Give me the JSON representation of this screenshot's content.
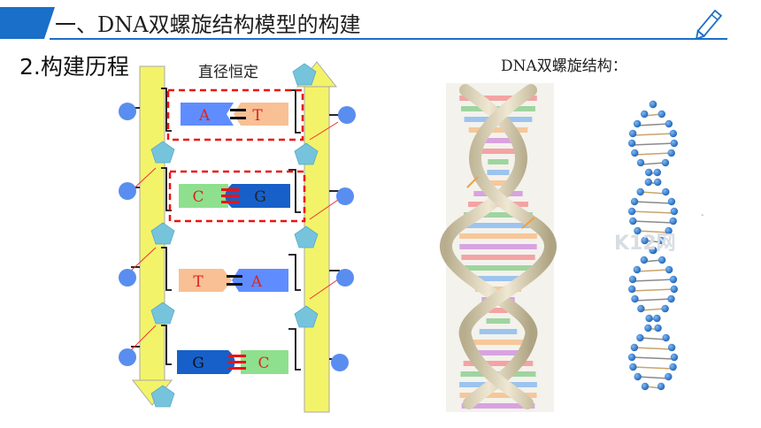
{
  "header": {
    "title": "一、DNA双螺旋结构模型的构建"
  },
  "section": {
    "title": "2.构建历程"
  },
  "diameter_label": "直径恒定",
  "right_title": "DNA双螺旋结构：",
  "watermark": "K12网",
  "pairs": [
    {
      "left": "A",
      "right": "T"
    },
    {
      "left": "C",
      "right": "G"
    },
    {
      "left": "T",
      "right": "A"
    },
    {
      "left": "G",
      "right": "C"
    }
  ],
  "colors": {
    "accent": "#1a6fc8",
    "backbone": "#f3f36a",
    "phosphate": "#5a8df0",
    "sugar": "#76c4dc",
    "base_A": "#5f8dff",
    "base_T": "#f8c094",
    "base_C": "#8ee08e",
    "base_G": "#1760c9",
    "box": "#e11"
  },
  "icons": [
    "pencil-icon"
  ]
}
